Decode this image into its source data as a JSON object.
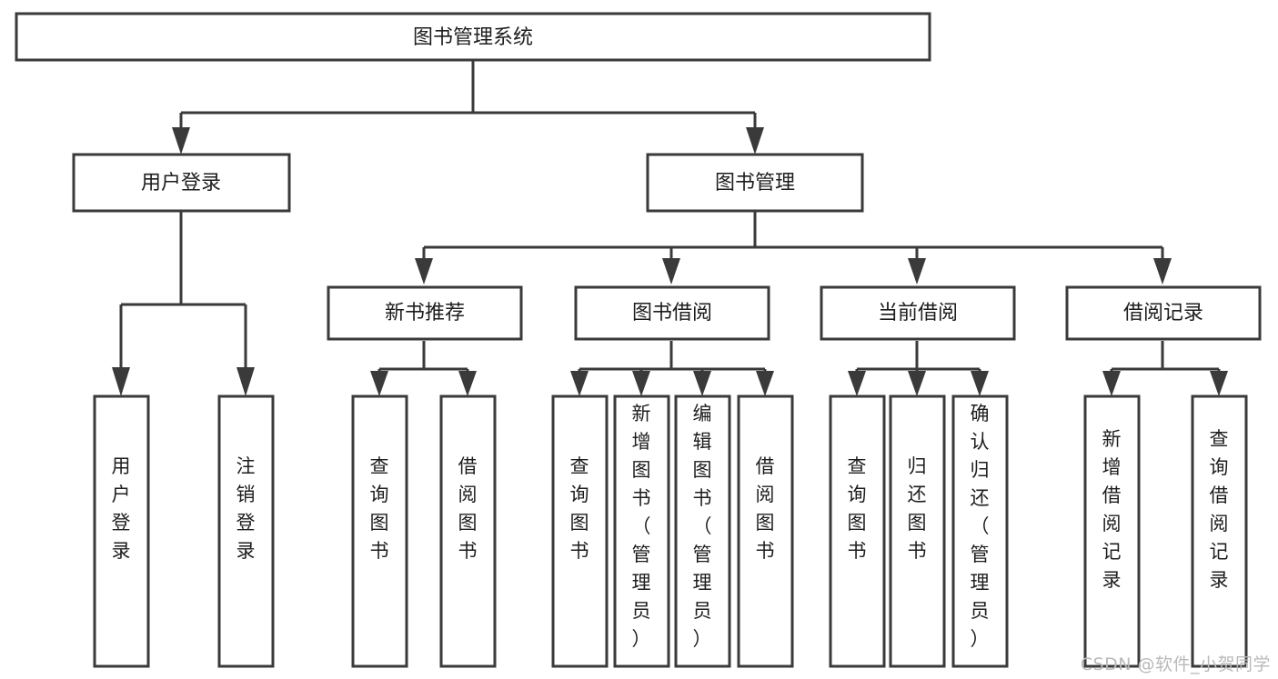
{
  "diagram": {
    "title": "图书管理系统",
    "type": "hierarchy-tree",
    "orientation": "top-down",
    "colors": {
      "box_stroke": "#3a3a3a",
      "box_fill": "#ffffff",
      "text": "#1d1d1d",
      "connector": "#3a3a3a",
      "background": "#ffffff",
      "watermark": "#b9b9b9"
    },
    "levels": [
      {
        "level": 1,
        "nodes": [
          {
            "id": "root",
            "label": "图书管理系统",
            "orientation": "horizontal"
          }
        ]
      },
      {
        "level": 2,
        "nodes": [
          {
            "id": "user-login",
            "label": "用户登录",
            "orientation": "horizontal",
            "parent": "root"
          },
          {
            "id": "book-admin",
            "label": "图书管理",
            "orientation": "horizontal",
            "parent": "root"
          }
        ]
      },
      {
        "level": 3,
        "nodes": [
          {
            "id": "new-book-rec",
            "label": "新书推荐",
            "orientation": "horizontal",
            "parent": "book-admin"
          },
          {
            "id": "book-borrow",
            "label": "图书借阅",
            "orientation": "horizontal",
            "parent": "book-admin"
          },
          {
            "id": "current-borrow",
            "label": "当前借阅",
            "orientation": "horizontal",
            "parent": "book-admin"
          },
          {
            "id": "borrow-record",
            "label": "借阅记录",
            "orientation": "horizontal",
            "parent": "book-admin"
          }
        ]
      },
      {
        "level": 4,
        "nodes": [
          {
            "id": "leaf-user-login",
            "label": "用户登录",
            "orientation": "vertical",
            "parent": "user-login"
          },
          {
            "id": "leaf-logout",
            "label": "注销登录",
            "orientation": "vertical",
            "parent": "user-login"
          },
          {
            "id": "leaf-query-book-1",
            "label": "查询图书",
            "orientation": "vertical",
            "parent": "new-book-rec"
          },
          {
            "id": "leaf-borrow-book-1",
            "label": "借阅图书",
            "orientation": "vertical",
            "parent": "new-book-rec"
          },
          {
            "id": "leaf-query-book-2",
            "label": "查询图书",
            "orientation": "vertical",
            "parent": "book-borrow"
          },
          {
            "id": "leaf-add-book",
            "label": "新增图书（管理员）",
            "orientation": "vertical",
            "parent": "book-borrow"
          },
          {
            "id": "leaf-edit-book",
            "label": "编辑图书（管理员）",
            "orientation": "vertical",
            "parent": "book-borrow"
          },
          {
            "id": "leaf-borrow-book-2",
            "label": "借阅图书",
            "orientation": "vertical",
            "parent": "book-borrow"
          },
          {
            "id": "leaf-query-book-3",
            "label": "查询图书",
            "orientation": "vertical",
            "parent": "current-borrow"
          },
          {
            "id": "leaf-return-book",
            "label": "归还图书",
            "orientation": "vertical",
            "parent": "current-borrow"
          },
          {
            "id": "leaf-confirm-return",
            "label": "确认归还（管理员）",
            "orientation": "vertical",
            "parent": "current-borrow"
          },
          {
            "id": "leaf-add-record",
            "label": "新增借阅记录",
            "orientation": "vertical",
            "parent": "borrow-record"
          },
          {
            "id": "leaf-query-record",
            "label": "查询借阅记录",
            "orientation": "vertical",
            "parent": "borrow-record"
          }
        ]
      }
    ]
  },
  "watermark": {
    "text": "CSDN @软件_小贺同学"
  }
}
